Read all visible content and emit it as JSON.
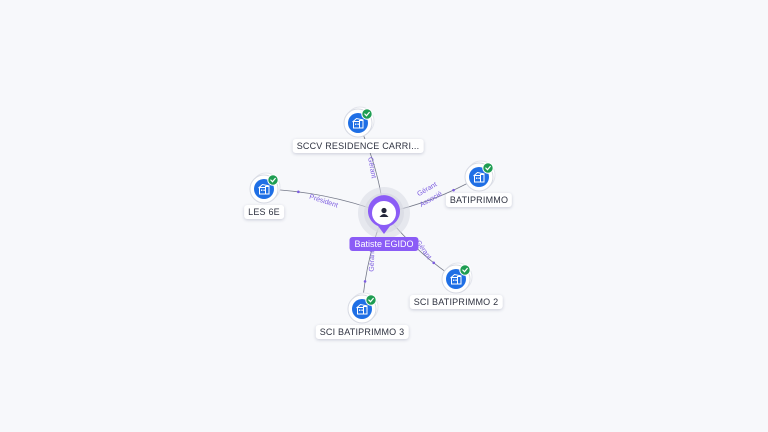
{
  "colors": {
    "background": "#f7f8fb",
    "edge": "#4a4f63",
    "edge_label": "#7c5ce0",
    "company_icon_bg": "#1f6fe5",
    "verified_badge": "#1e9d52",
    "person_node": "#8b5cf6",
    "person_halo": "#d9dbe4"
  },
  "person": {
    "name": "Batiste EGIDO",
    "icon": "person-icon"
  },
  "companies": [
    {
      "id": "sccv",
      "name": "SCCV RESIDENCE CARRI...",
      "icon": "building-icon",
      "verified": true
    },
    {
      "id": "batiprimmo",
      "name": "BATIPRIMMO",
      "icon": "building-icon",
      "verified": true
    },
    {
      "id": "les6e",
      "name": "LES 6E",
      "icon": "building-icon",
      "verified": true
    },
    {
      "id": "sci2",
      "name": "SCI BATIPRIMMO 2",
      "icon": "building-icon",
      "verified": true
    },
    {
      "id": "sci3",
      "name": "SCI BATIPRIMMO 3",
      "icon": "building-icon",
      "verified": true
    }
  ],
  "relations": [
    {
      "to": "sccv",
      "roles": [
        "Gérant"
      ]
    },
    {
      "to": "batiprimmo",
      "roles": [
        "Gérant",
        "Associé"
      ]
    },
    {
      "to": "les6e",
      "roles": [
        "Président"
      ]
    },
    {
      "to": "sci2",
      "roles": [
        "Gérant"
      ]
    },
    {
      "to": "sci3",
      "roles": [
        "Gérant"
      ]
    }
  ]
}
